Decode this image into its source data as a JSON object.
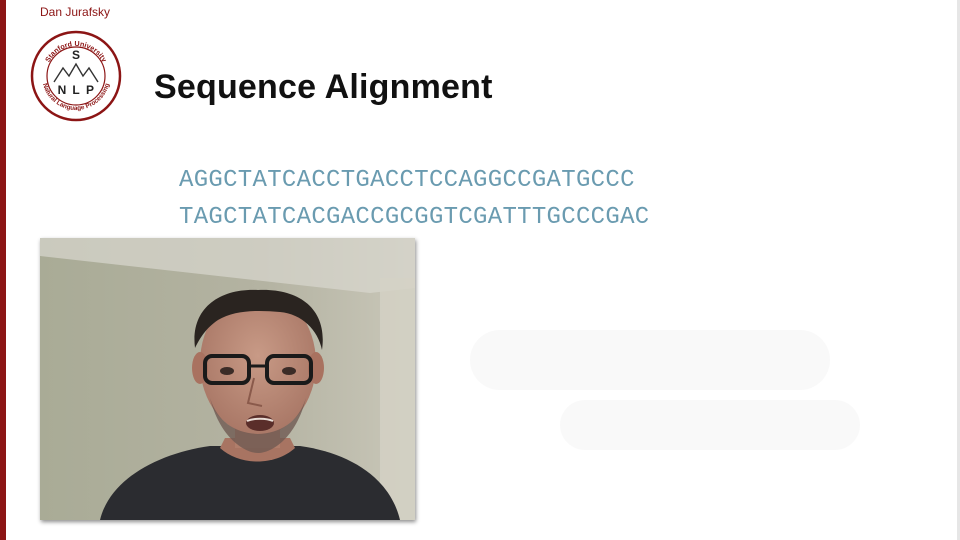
{
  "header": {
    "author": "Dan Jurafsky",
    "logo": {
      "top_text": "Stanford University",
      "bottom_text": "Natural Language Processing",
      "letters": [
        "S",
        "N",
        "L",
        "P"
      ]
    }
  },
  "slide": {
    "title": "Sequence Alignment",
    "sequences": [
      "AGGCTATCACCTGACCTCCAGGCCGATGCCC",
      "TAGCTATCACGACCGCGGTCGATTTGCCCGAC"
    ]
  },
  "colors": {
    "accent": "#8c1515",
    "sequence_text": "#6a9bb0",
    "title_text": "#111111"
  }
}
